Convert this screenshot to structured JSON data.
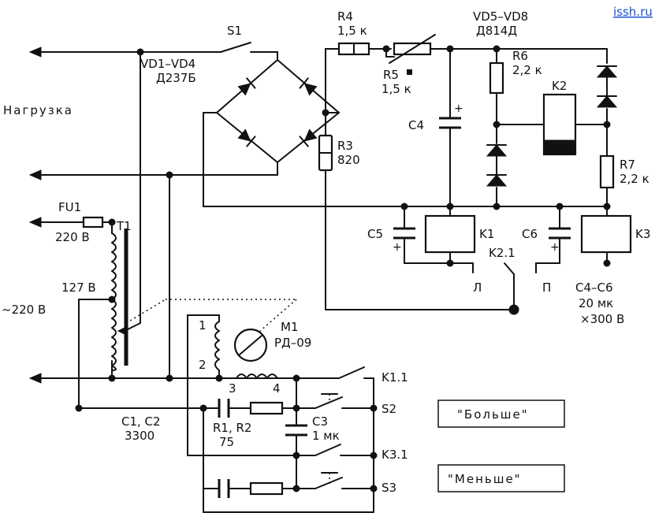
{
  "site": "issh.ru",
  "labels": {
    "load": "Нагрузка",
    "s1": "S1",
    "vd1_vd4": "VD1–VD4",
    "d237b": "Д237Б",
    "r4": "R4",
    "r4_val": "1,5 к",
    "r5": "R5",
    "r5_val": "1,5 к",
    "vd5_vd8": "VD5–VD8",
    "d814d": "Д814Д",
    "r6": "R6",
    "r6_val": "2,2 к",
    "k2": "K2",
    "c4": "C4",
    "r3": "R3",
    "r3_val": "820",
    "r7": "R7",
    "r7_val": "2,2 к",
    "fu1": "FU1",
    "v220_fu": "220 В",
    "t1": "T1",
    "v127": "127 В",
    "v220_in": "~220 В",
    "c5": "C5",
    "k1": "K1",
    "c6": "C6",
    "k3": "K3",
    "k2_1": "K2.1",
    "l": "Л",
    "p": "П",
    "c4_c6": "C4–C6",
    "c_val1": "20 мк",
    "c_val2": "×300 В",
    "m1": "M1",
    "rd09": "РД–09",
    "w1": "1",
    "w2": "2",
    "w3": "3",
    "w4": "4",
    "k1_1": "K1.1",
    "s2": "S2",
    "c3": "C3",
    "c3_val": "1 мк",
    "c1_c2": "C1, C2",
    "c1_val": "3300",
    "r1_r2": "R1, R2",
    "r_val": "75",
    "k3_1": "K3.1",
    "s3": "S3",
    "more": "\"Больше\"",
    "less": "\"Меньше\"",
    "plus": "+"
  }
}
